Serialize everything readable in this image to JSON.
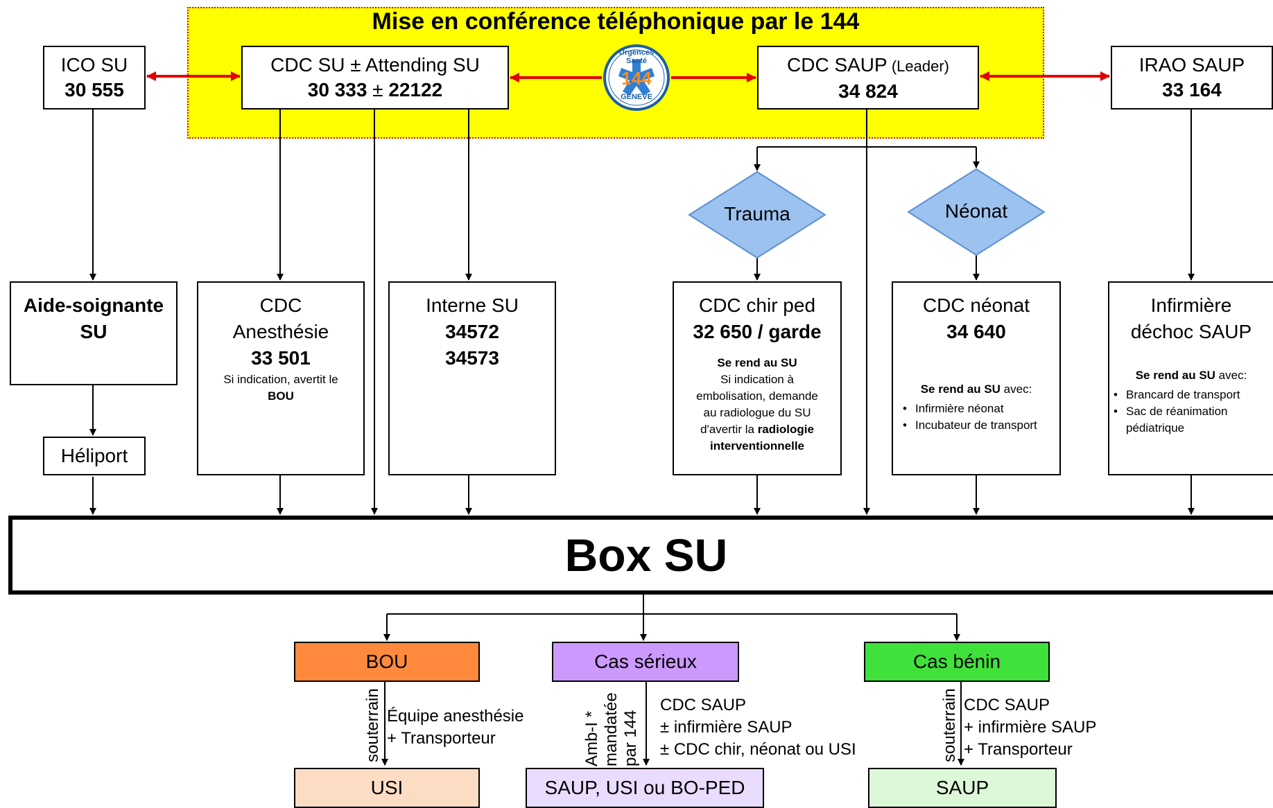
{
  "conference": {
    "title": "Mise en conférence téléphonique par le 144"
  },
  "logo": {
    "text_top": "Urgences Santé",
    "number": "144",
    "text_bottom": "GENEVE"
  },
  "top_nodes": {
    "ico_su": {
      "title": "ICO SU",
      "number": "30 555"
    },
    "cdc_su": {
      "title": "CDC SU ± Attending SU",
      "number_a": "30 333",
      "plusminus": " ± ",
      "number_b": "22122"
    },
    "cdc_saup": {
      "title": "CDC SAUP",
      "title_suffix": " (Leader)",
      "number": "34 824"
    },
    "irao_saup": {
      "title": "IRAO SAUP",
      "number": "33 164"
    }
  },
  "decisions": {
    "trauma": "Trauma",
    "neonat": "Néonat"
  },
  "roles": {
    "aide": {
      "line1": "Aide-soignante",
      "line2": "SU"
    },
    "heliport": "Héliport",
    "anesth": {
      "line1": "CDC",
      "line2": "Anesthésie",
      "number": "33 501",
      "note1": "Si indication, avertit le",
      "note2": "BOU"
    },
    "interne": {
      "line1": "Interne SU",
      "number1": "34572",
      "number2": "34573"
    },
    "chir": {
      "line1": "CDC chir ped",
      "number": "32 650 / garde",
      "note_bold": "Se rend au SU",
      "note1": "Si indication à",
      "note2": "embolisation, demande",
      "note3": "au radiologue du SU",
      "note4": "d'avertir la",
      "note4_bold": "radiologie",
      "note5_bold": "interventionnelle"
    },
    "neonat": {
      "line1": "CDC néonat",
      "number": "34 640",
      "note_bold": "Se rend au SU",
      "note_rest": " avec:",
      "items": [
        "Infirmière néonat",
        "Incubateur de transport"
      ]
    },
    "infirmiere": {
      "line1": "Infirmière",
      "line2": "déchoc SAUP",
      "note_bold": "Se rend au SU",
      "note_rest": " avec:",
      "items": [
        "Brancard de transport",
        "Sac de réanimation pédiatrique"
      ]
    }
  },
  "box_su": "Box SU",
  "triage": {
    "bou": {
      "label": "BOU",
      "color": "#ff8a3d"
    },
    "serieux": {
      "label": "Cas sérieux",
      "color": "#cc99ff"
    },
    "benin": {
      "label": "Cas bénin",
      "color": "#3fe13a"
    }
  },
  "transfers": {
    "bou_route": "souterrain",
    "bou_team": [
      "Équipe anesthésie",
      "+ Transporteur"
    ],
    "serieux_route": [
      "Amb-I *",
      "mandatée",
      "par 144"
    ],
    "serieux_team": [
      "CDC SAUP",
      "± infirmière SAUP",
      "± CDC chir, néonat ou USI"
    ],
    "benin_route": "souterrain",
    "benin_team": [
      "CDC SAUP",
      "+ infirmière SAUP",
      "+ Transporteur"
    ]
  },
  "destinations": {
    "usi": {
      "label": "USI",
      "color": "#fddcc4"
    },
    "saup_usi_bo": {
      "label": "SAUP, USI ou BO-PED",
      "color": "#eadcff"
    },
    "saup": {
      "label": "SAUP",
      "color": "#dcf8d8"
    }
  },
  "colors": {
    "conference_bg": "#ffff00",
    "double_arrow": "#e00000",
    "diamond": "#9cc2f0",
    "diamond_border": "#5b8fd0"
  }
}
